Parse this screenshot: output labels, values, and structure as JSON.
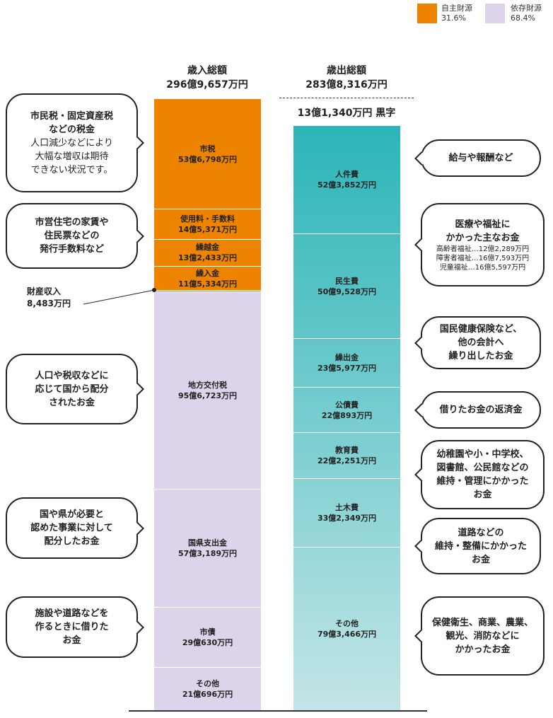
{
  "legend": [
    {
      "label": "自主財源",
      "pct": "31.6%",
      "color": "#ee8300"
    },
    {
      "label": "依存財源",
      "pct": "68.4%",
      "color": "#ddd3ea"
    }
  ],
  "revenue": {
    "title": "歳入総額",
    "total": "296億9,657万円"
  },
  "expenditure": {
    "title": "歳出総額",
    "total": "283億8,316万円",
    "surplus": "13億1,340万円 黒字"
  },
  "chart_data": {
    "type": "bar",
    "title": "歳入総額 / 歳出総額",
    "unit": "万円",
    "series": [
      {
        "name": "歳入",
        "total": 2969657,
        "segments": [
          {
            "label": "市税",
            "amount": "53億6,798万円",
            "value": 536798,
            "group": "自主財源"
          },
          {
            "label": "使用料・手数料",
            "amount": "14億5,371万円",
            "value": 145371,
            "group": "自主財源"
          },
          {
            "label": "繰越金",
            "amount": "13億2,433万円",
            "value": 132433,
            "group": "自主財源"
          },
          {
            "label": "繰入金",
            "amount": "11億5,334万円",
            "value": 115334,
            "group": "自主財源"
          },
          {
            "label": "財産収入",
            "amount": "8,483万円",
            "value": 8483,
            "group": "自主財源"
          },
          {
            "label": "地方交付税",
            "amount": "95億6,723万円",
            "value": 956723,
            "group": "依存財源"
          },
          {
            "label": "国県支出金",
            "amount": "57億3,189万円",
            "value": 573189,
            "group": "依存財源"
          },
          {
            "label": "市債",
            "amount": "29億630万円",
            "value": 290630,
            "group": "依存財源"
          },
          {
            "label": "その他",
            "amount": "21億696万円",
            "value": 210696,
            "group": "依存財源"
          }
        ]
      },
      {
        "name": "歳出",
        "total": 2838316,
        "segments": [
          {
            "label": "人件費",
            "amount": "52億3,852万円",
            "value": 523852
          },
          {
            "label": "民生費",
            "amount": "50億9,528万円",
            "value": 509528
          },
          {
            "label": "繰出金",
            "amount": "23億5,977万円",
            "value": 235977
          },
          {
            "label": "公債費",
            "amount": "22億893万円",
            "value": 220893
          },
          {
            "label": "教育費",
            "amount": "22億2,251万円",
            "value": 222251
          },
          {
            "label": "土木費",
            "amount": "33億2,349万円",
            "value": 332349
          },
          {
            "label": "その他",
            "amount": "79億3,466万円",
            "value": 793466
          }
        ]
      }
    ]
  },
  "notes": {
    "zaisan_label": "財産収入",
    "zaisan_amount": "8,483万円",
    "left": [
      {
        "lines": [
          "市民税・固定資産税",
          "などの税金"
        ],
        "sub": [
          "人口減少などにより",
          "大幅な増収は期待",
          "できない状況です。"
        ]
      },
      {
        "lines": [
          "市営住宅の家賃や",
          "住民票などの",
          "発行手数料など"
        ]
      },
      {
        "lines": [
          "人口や税収などに",
          "応じて国から配分",
          "されたお金"
        ]
      },
      {
        "lines": [
          "国や県が必要と",
          "認めた事業に対して",
          "配分したお金"
        ]
      },
      {
        "lines": [
          "施設や道路などを",
          "作るときに借りた",
          "お金"
        ]
      }
    ],
    "right": [
      {
        "lines": [
          "給与や報酬など"
        ]
      },
      {
        "lines": [
          "医療や福祉に",
          "かかった主なお金"
        ],
        "sub": [
          "高齢者福祉…12億2,289万円",
          "障害者福祉…16億7,593万円",
          "児童福祉…16億5,597万円"
        ]
      },
      {
        "lines": [
          "国民健康保険など、",
          "他の会計へ",
          "繰り出したお金"
        ]
      },
      {
        "lines": [
          "借りたお金の返済金"
        ]
      },
      {
        "lines": [
          "幼稚園や小・中学校、",
          "図書館、公民館などの",
          "維持・管理にかかった",
          "お金"
        ]
      },
      {
        "lines": [
          "道路などの",
          "維持・整備にかかった",
          "お金"
        ]
      },
      {
        "lines": [
          "保健衛生、商業、農業、",
          "観光、消防などに",
          "かかったお金"
        ]
      }
    ]
  }
}
